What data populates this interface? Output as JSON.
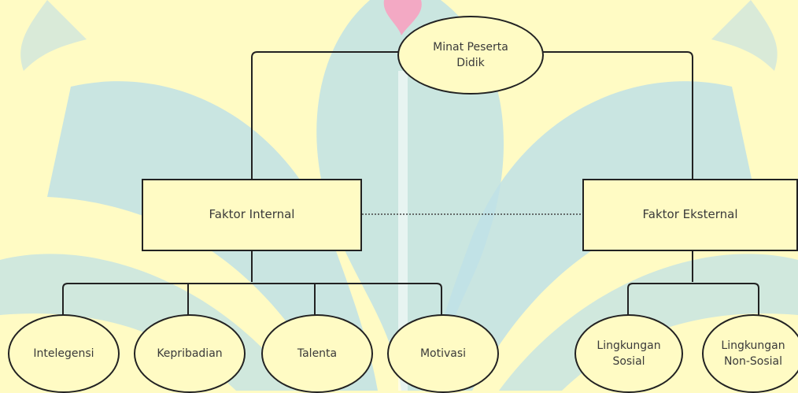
{
  "colors": {
    "background": "#fffbc4",
    "watermark_blue": "#b9dfe6",
    "watermark_pink": "#f3a9c4",
    "node_fill": "#fffbc4",
    "line": "#222222"
  },
  "diagram": {
    "root": {
      "label": "Minat Peserta\nDidik"
    },
    "internal": {
      "label": "Faktor Internal"
    },
    "external": {
      "label": "Faktor Eksternal"
    },
    "internal_children": [
      {
        "label": "Intelegensi"
      },
      {
        "label": "Kepribadian"
      },
      {
        "label": "Talenta"
      },
      {
        "label": "Motivasi"
      }
    ],
    "external_children": [
      {
        "label": "Lingkungan\nSosial"
      },
      {
        "label": "Lingkungan\nNon-Sosial"
      }
    ]
  }
}
